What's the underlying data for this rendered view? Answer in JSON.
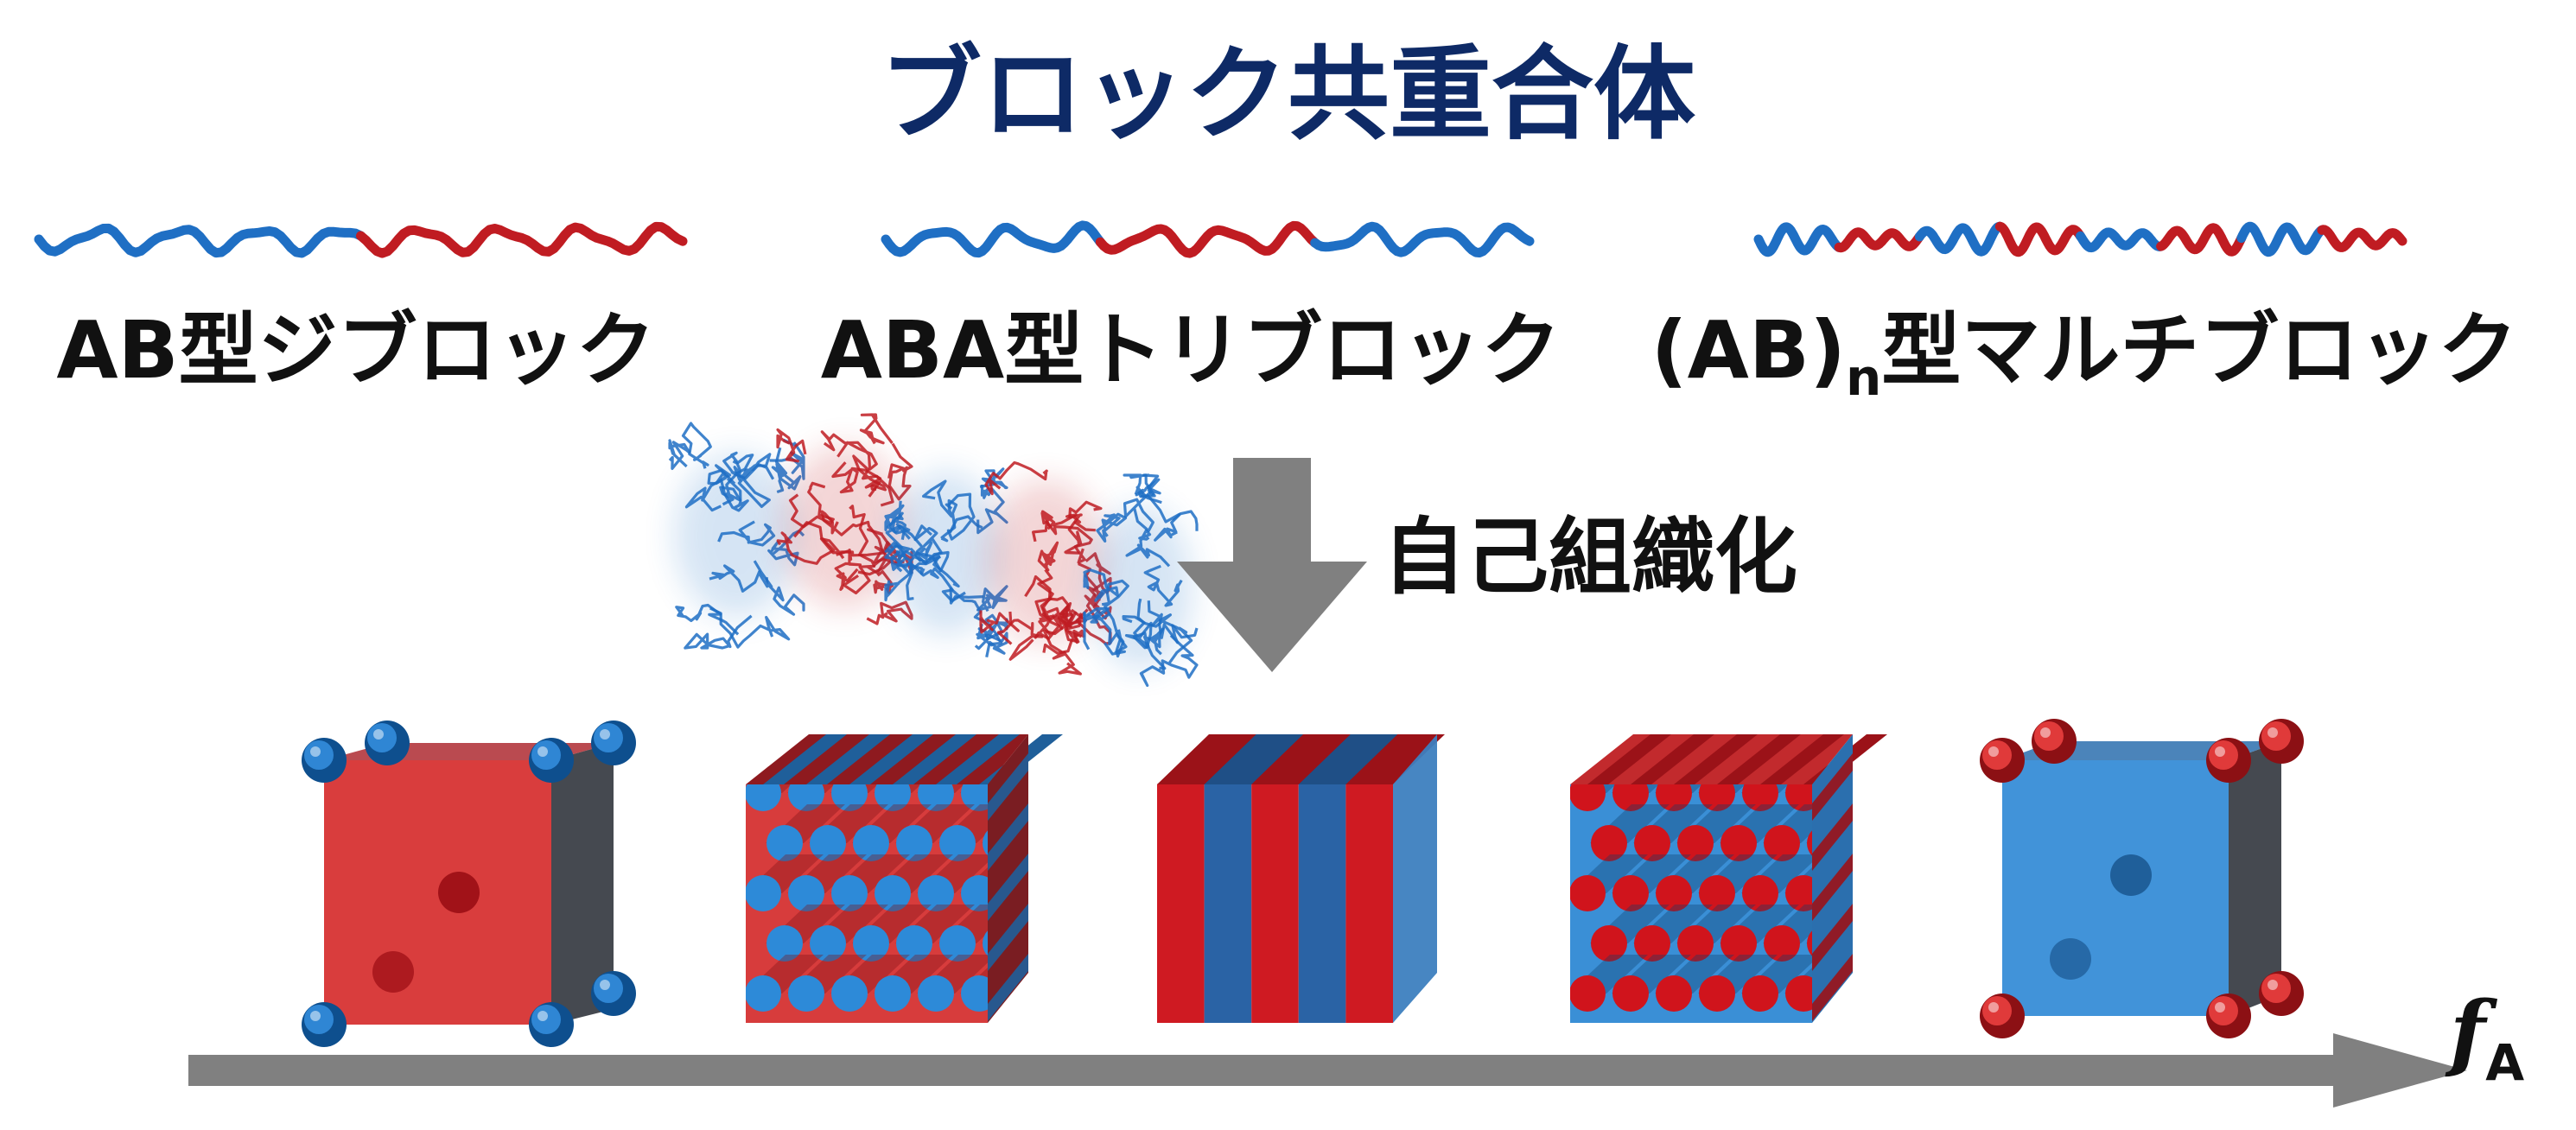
{
  "title": "ブロック共重合体",
  "colors": {
    "block_a": "#1f6fc4",
    "block_b": "#c01c22",
    "arrow": "#808080",
    "title": "#0e2a66"
  },
  "polymer_types": [
    {
      "label": "AB型ジブロック",
      "blocks": [
        "A",
        "B"
      ]
    },
    {
      "label": "ABA型トリブロック",
      "blocks": [
        "A",
        "B",
        "A"
      ]
    },
    {
      "label_prefix": "(AB)",
      "label_subscript": "n",
      "label_suffix": "型マルチブロック",
      "blocks": [
        "A",
        "B",
        "A",
        "B",
        "A",
        "B",
        "A",
        "B"
      ]
    }
  ],
  "process_label": "自己組織化",
  "morphologies": [
    {
      "kind": "bcc-spheres",
      "matrix": "B",
      "domain": "A"
    },
    {
      "kind": "cylinders",
      "matrix": "B",
      "domain": "A"
    },
    {
      "kind": "lamellae"
    },
    {
      "kind": "cylinders",
      "matrix": "A",
      "domain": "B"
    },
    {
      "kind": "bcc-spheres",
      "matrix": "A",
      "domain": "B"
    }
  ],
  "axis": {
    "label": "f",
    "subscript": "A"
  }
}
